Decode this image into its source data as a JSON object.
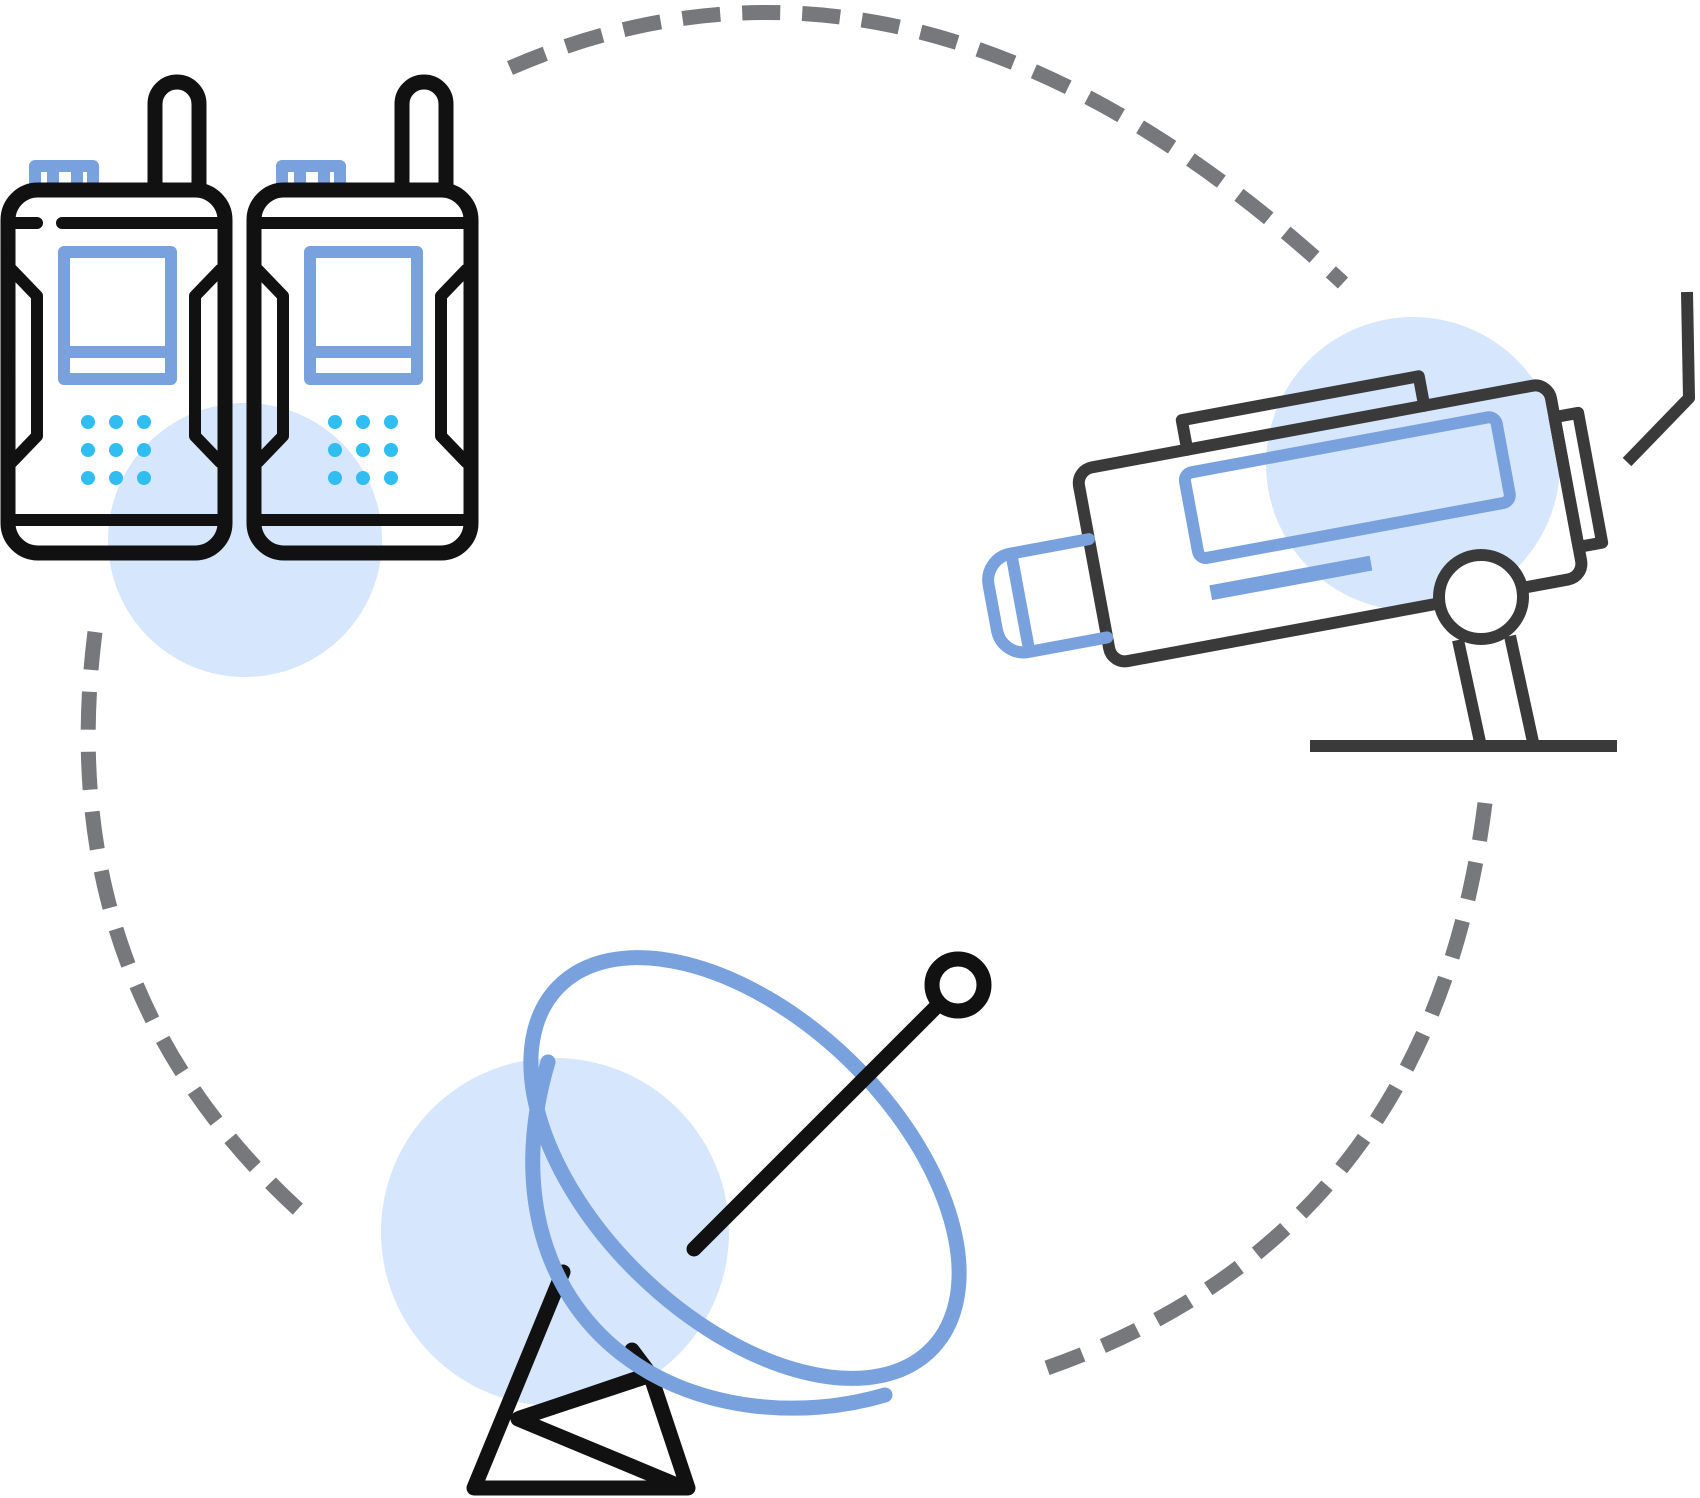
{
  "diagram": {
    "type": "cycle",
    "nodes": [
      {
        "id": "walkie-talkies",
        "icon": "walkie-talkie-pair-icon"
      },
      {
        "id": "video-camera",
        "icon": "video-camera-icon"
      },
      {
        "id": "satellite-dish",
        "icon": "satellite-dish-icon"
      }
    ],
    "connectors": [
      {
        "from": "walkie-talkies",
        "to": "video-camera",
        "style": "dashed-arc"
      },
      {
        "from": "video-camera",
        "to": "satellite-dish",
        "style": "dashed-arc"
      },
      {
        "from": "satellite-dish",
        "to": "walkie-talkies",
        "style": "dashed-arc"
      }
    ]
  },
  "colors": {
    "dash": "#76787c",
    "outline_dark": "#111111",
    "outline_camera": "#3a3a3a",
    "accent_blue": "#78a1dd",
    "blob": "#d6e6fc",
    "speaker_dots": "#2fbdf2"
  }
}
